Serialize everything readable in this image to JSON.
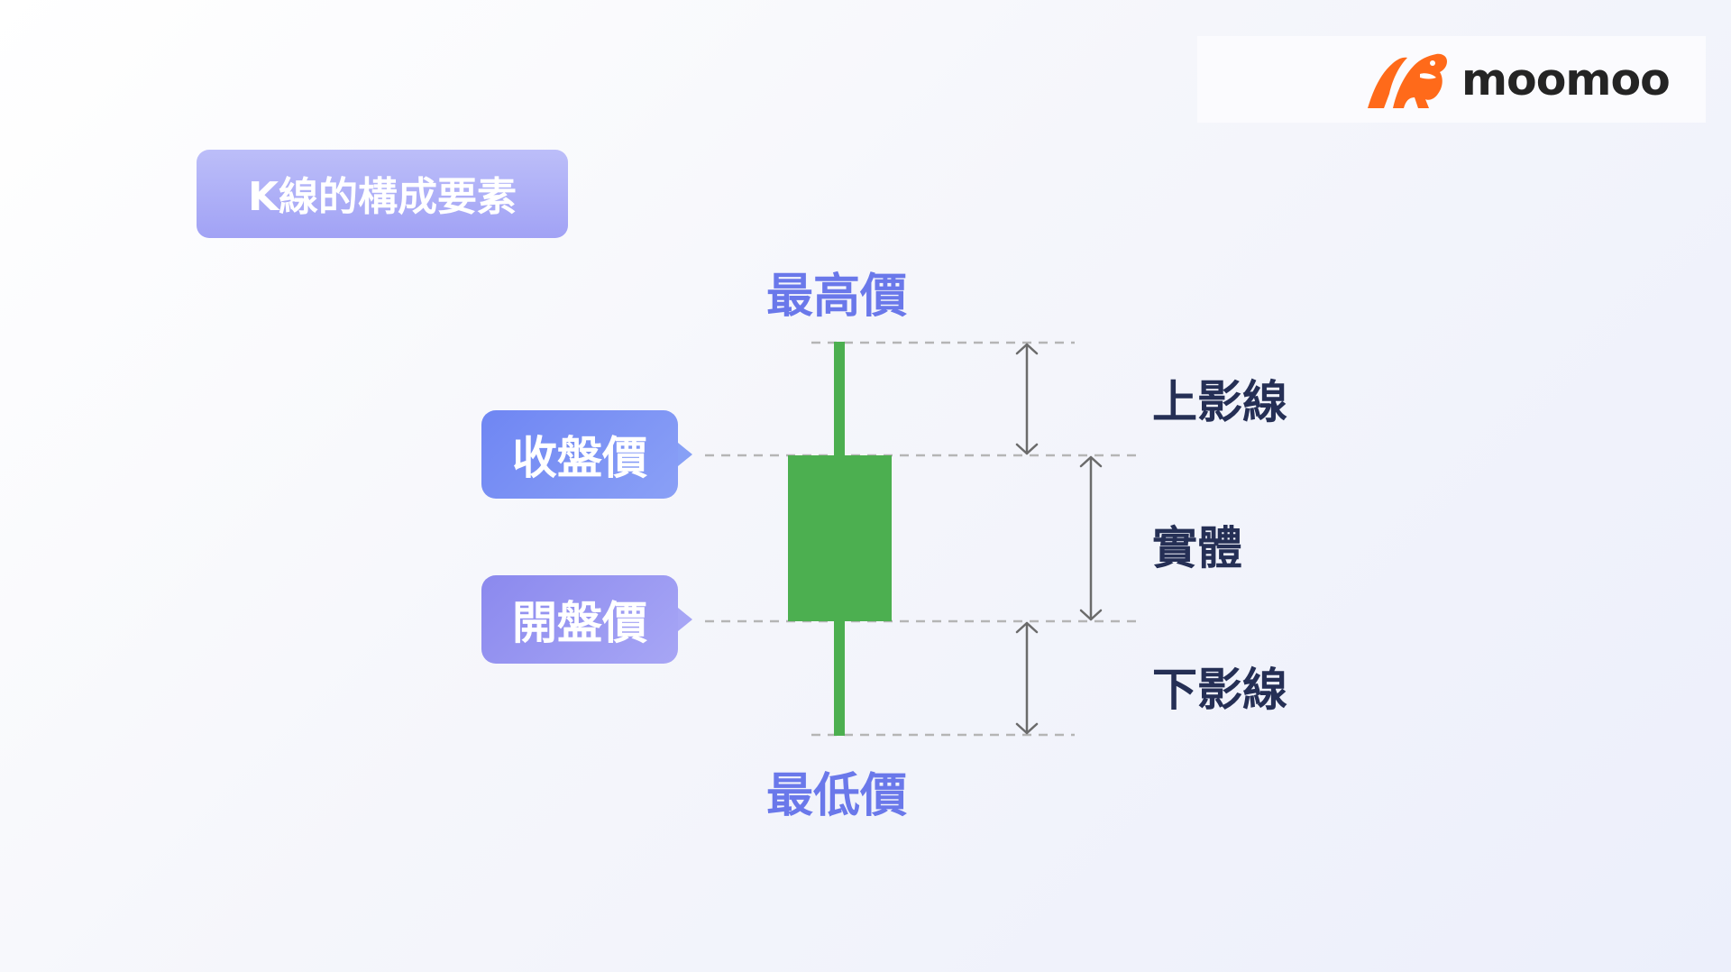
{
  "brand": {
    "name": "moomoo",
    "icon": "moomoo-bull-logo-icon",
    "color": "#ff6a1a"
  },
  "title": "K線的構成要素",
  "labels": {
    "high": "最高價",
    "low": "最低價",
    "close": "收盤價",
    "open": "開盤價",
    "upper_shadow": "上影線",
    "body": "實體",
    "lower_shadow": "下影線"
  },
  "colors": {
    "candle": "#4caf50",
    "accent_text": "#6a78ea",
    "dark_text": "#252f55",
    "dashed_line": "#b5b5b5",
    "arrow": "#6b6b6b"
  }
}
